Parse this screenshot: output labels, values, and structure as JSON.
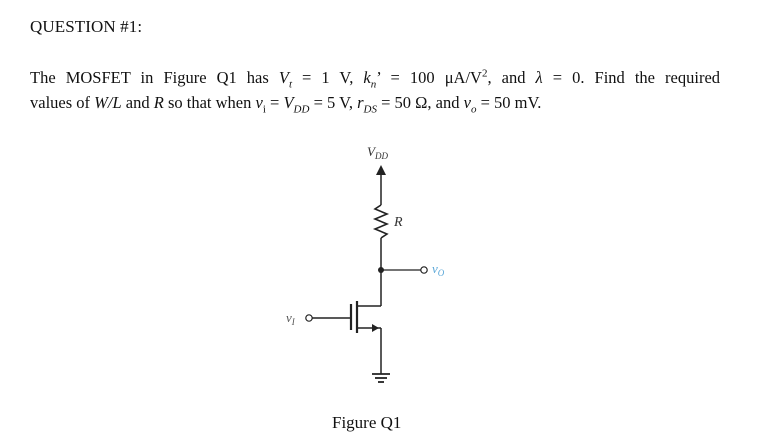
{
  "question": {
    "title": "QUESTION #1:",
    "line1_a": "The MOSFET in Figure Q1 has ",
    "Vt_sym": "V",
    "Vt_sub": "t",
    "Vt_val": " = 1 V, ",
    "kn_sym": "k",
    "kn_sub": "n",
    "kn_val": "’ = 100 μA/V",
    "kn_exp": "2",
    "line1_b": ", and ",
    "lambda_sym": "λ",
    "line1_c": " = 0. Find the required",
    "line2_a": "values of ",
    "wl_sym": "W/L",
    "line2_b": " and ",
    "r_sym": "R",
    "line2_c": " so that when ",
    "vi_sym": "v",
    "vi_sub": "i",
    "line2_d": " = ",
    "vdd_sym": "V",
    "vdd_sub": "DD",
    "line2_e": " = 5 V, ",
    "rds_sym": "r",
    "rds_sub": "DS",
    "line2_f": " = 50 Ω, and ",
    "vo_sym": "v",
    "vo_sub": "o",
    "line2_g": " = 50 mV."
  },
  "figure": {
    "vdd_label": "V",
    "vdd_label_sub": "DD",
    "r_label": "R",
    "vo_label": "v",
    "vo_label_sub": "O",
    "vi_label": "v",
    "vi_label_sub": "I",
    "caption": "Figure Q1",
    "vo_color": "#5aa7d8"
  }
}
